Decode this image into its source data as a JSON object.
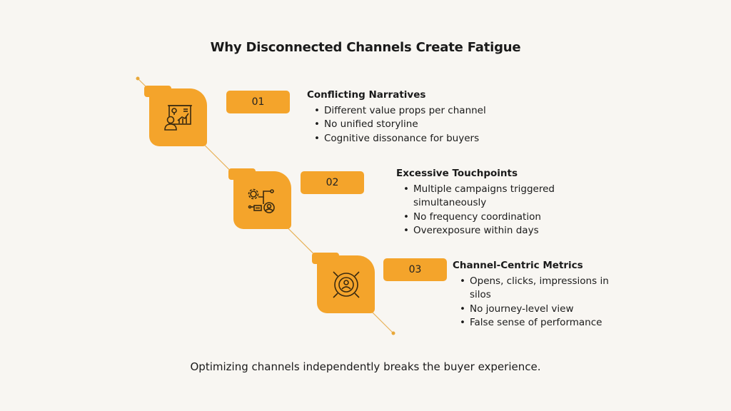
{
  "title": "Why Disconnected Channels Create Fatigue",
  "accent": "#f4a42b",
  "steps": [
    {
      "number": "01",
      "icon": "presentation-icon",
      "heading": "Conflicting Narratives",
      "bullets": [
        "Different value props per channel",
        "No unified storyline",
        "Cognitive dissonance for buyers"
      ]
    },
    {
      "number": "02",
      "icon": "workflow-icon",
      "heading": "Excessive Touchpoints",
      "bullets": [
        "Multiple campaigns triggered simultaneously",
        "No frequency coordination",
        "Overexposure within days"
      ]
    },
    {
      "number": "03",
      "icon": "audience-focus-icon",
      "heading": "Channel-Centric Metrics",
      "bullets": [
        "Opens, clicks, impressions in silos",
        "No journey-level view",
        "False sense of performance"
      ]
    }
  ],
  "footer": "Optimizing channels independently breaks the buyer experience."
}
